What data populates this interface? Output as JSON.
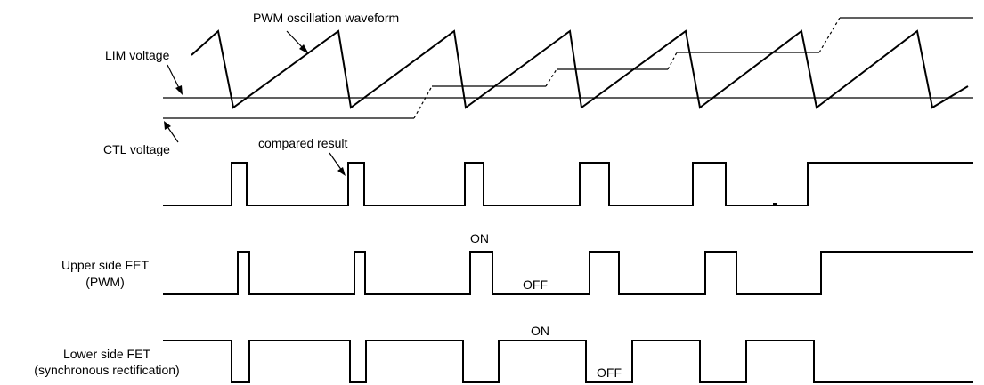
{
  "labels": {
    "pwm_oscillation": "PWM oscillation waveform",
    "lim_voltage": "LIM voltage",
    "ctl_voltage": "CTL voltage",
    "compared_result": "compared result",
    "upper_fet_line1": "Upper side FET",
    "upper_fet_line2": "(PWM)",
    "lower_fet_line1": "Lower side FET",
    "lower_fet_line2": "(synchronous rectification)",
    "on_upper": "ON",
    "off_upper": "OFF",
    "on_lower": "ON",
    "off_lower": "OFF"
  },
  "colors": {
    "stroke": "#000000",
    "background": "#ffffff"
  }
}
